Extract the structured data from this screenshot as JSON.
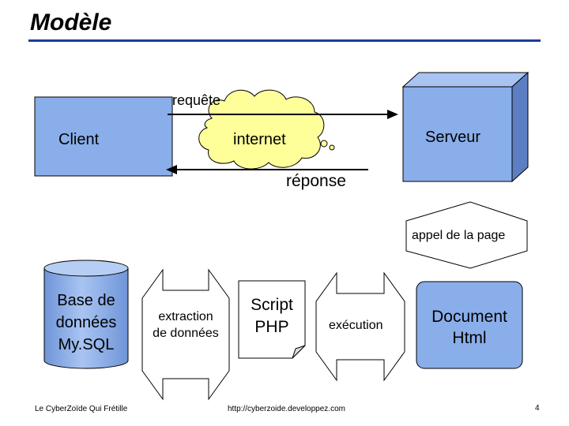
{
  "slide": {
    "title": "Modèle",
    "page_number": "4"
  },
  "top_diagram": {
    "client": "Client",
    "internet": "internet",
    "server": "Serveur",
    "request_label": "requête",
    "response_label": "réponse",
    "page_call_label": "appel de la page"
  },
  "bottom_diagram": {
    "database_line1": "Base de",
    "database_line2": "données",
    "database_line3": "My.SQL",
    "extraction_line1": "extraction",
    "extraction_line2": "de données",
    "script_line1": "Script",
    "script_line2": "PHP",
    "execution_label": "exécution",
    "document_line1": "Document",
    "document_line2": "Html"
  },
  "footer": {
    "left": "Le CyberZoïde Qui Frétille",
    "center": "http://cyberzoide.developpez.com"
  },
  "colors": {
    "box_fill": "#8aaeea",
    "cloud_fill": "#ffff99",
    "title_rule": "#1f3a9a"
  }
}
